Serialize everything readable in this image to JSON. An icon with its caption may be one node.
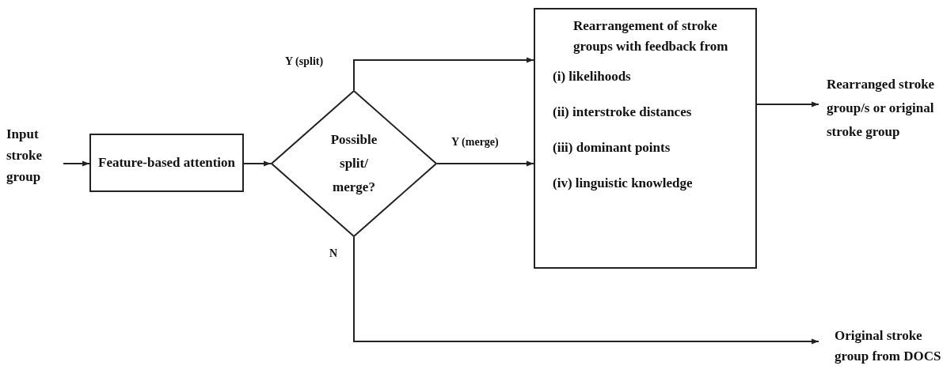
{
  "diagram": {
    "nodes": [
      {
        "text": [
          "Input stroke group"
        ]
      },
      {
        "text": [
          "Feature-based attention"
        ]
      },
      {
        "text": [
          "Possible split/ merge?"
        ]
      },
      {
        "text": [
          "Rearrangement of stroke groups with feedback from",
          "(i) likelihoods",
          "(ii) interstroke distances",
          "(iii) dominant points",
          "(iv) linguistic knowledge"
        ]
      },
      {
        "text": [
          "Rearranged stroke group/s or original stroke group"
        ]
      },
      {
        "text": [
          "Original stroke group from DOCS"
        ]
      }
    ],
    "edges": [
      {
        "from": 0,
        "to": 1,
        "arrow": "to"
      },
      {
        "from": 1,
        "to": 2,
        "arrow": "to"
      },
      {
        "from": 2,
        "to": 3,
        "arrow": "to",
        "label": "Y (split)"
      },
      {
        "from": 2,
        "to": 3,
        "arrow": "to",
        "label": "Y (merge)"
      },
      {
        "from": 3,
        "to": 4,
        "arrow": "to"
      },
      {
        "from": 2,
        "to": 5,
        "arrow": "to",
        "label": "N"
      }
    ]
  }
}
